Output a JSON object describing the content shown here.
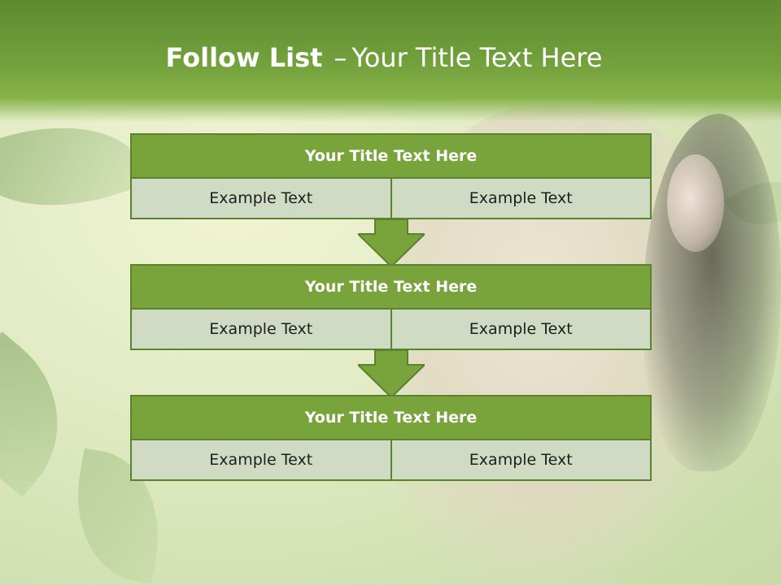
{
  "slide": {
    "title_bold": "Follow List",
    "title_separator": "–",
    "title_rest": "Your Title Text Here"
  },
  "blocks": [
    {
      "title": "Your Title Text Here",
      "left_text": "Example Text",
      "right_text": "Example Text"
    },
    {
      "title": "Your Title Text Here",
      "left_text": "Example Text",
      "right_text": "Example Text"
    },
    {
      "title": "Your Title Text Here",
      "left_text": "Example Text",
      "right_text": "Example Text"
    }
  ],
  "colors": {
    "header_green": "#6f9c38",
    "title_bar": "#78a43b",
    "border": "#5a8230",
    "cell_bg": "#cfdbc3",
    "arrow": "#78a43b"
  },
  "icons": [
    "down-arrow-icon"
  ]
}
